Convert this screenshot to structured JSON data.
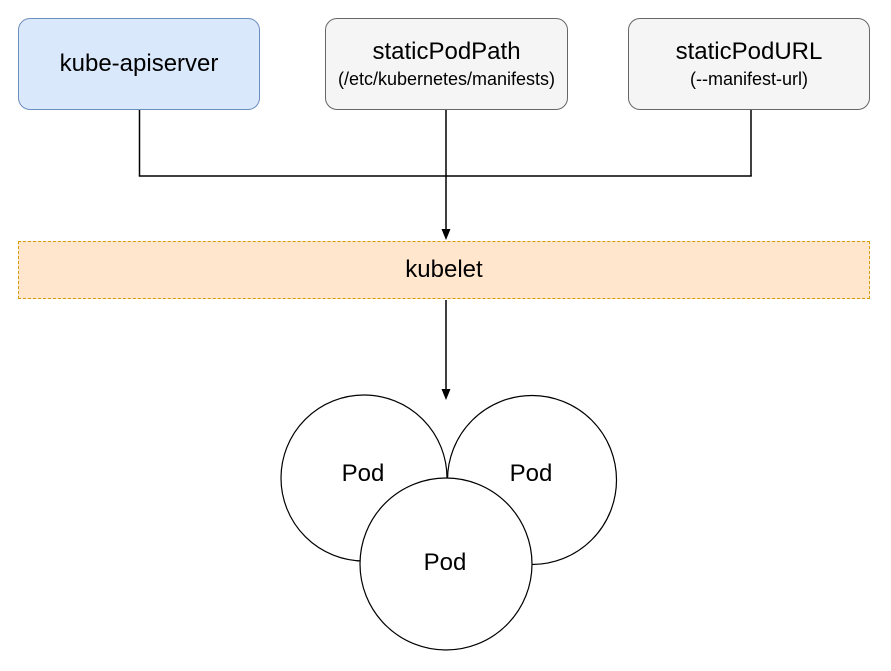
{
  "diagram": {
    "nodes": {
      "kube_apiserver": {
        "label": "kube-apiserver"
      },
      "static_pod_path": {
        "label": "staticPodPath",
        "sublabel": "(/etc/kubernetes/manifests)"
      },
      "static_pod_url": {
        "label": "staticPodURL",
        "sublabel": "(--manifest-url)"
      },
      "kubelet": {
        "label": "kubelet"
      },
      "pods": [
        {
          "label": "Pod"
        },
        {
          "label": "Pod"
        },
        {
          "label": "Pod"
        }
      ]
    },
    "edges": [
      {
        "from": "kube-apiserver",
        "to": "kubelet",
        "arrow": false
      },
      {
        "from": "staticPodPath",
        "to": "kubelet",
        "arrow": true
      },
      {
        "from": "staticPodURL",
        "to": "kubelet",
        "arrow": false
      },
      {
        "from": "kubelet",
        "to": "pods",
        "arrow": true
      }
    ],
    "colors": {
      "background": "#ffffff",
      "text": "#000000",
      "apiserver_fill": "#dae8fc",
      "apiserver_border": "#6c8ebf",
      "config_fill": "#f5f5f5",
      "config_border": "#666666",
      "kubelet_fill": "#ffe6cc",
      "kubelet_border": "#d79b00",
      "connector": "#000000",
      "pod_fill": "#ffffff",
      "pod_border": "#000000"
    }
  }
}
